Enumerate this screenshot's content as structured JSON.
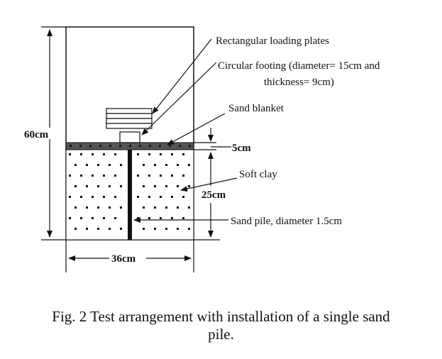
{
  "labels": {
    "plates": "Rectangular loading plates",
    "footing_line1": "Circular footing (diameter= 15cm and",
    "footing_line2": "thickness= 9cm)",
    "blanket": "Sand blanket",
    "clay": "Soft clay",
    "pile": "Sand pile, diameter 1.5cm"
  },
  "dimensions": {
    "total_height": "60cm",
    "blanket_thickness": "5cm",
    "clay_depth": "25cm",
    "width": "36cm"
  },
  "caption": {
    "line1": "Fig. 2 Test arrangement with installation of a single sand",
    "line2": "pile."
  },
  "colors": {
    "ink": "#111111",
    "blanket": "#555555",
    "pile": "#111111"
  }
}
